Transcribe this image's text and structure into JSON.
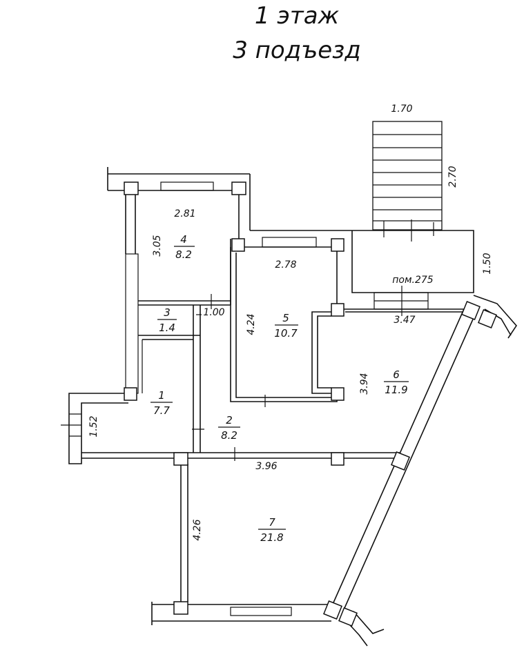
{
  "title": {
    "line1": "1 этаж",
    "line2": "3 подъезд"
  },
  "rooms": [
    {
      "id": "room-1",
      "number": "1",
      "area": "7.7"
    },
    {
      "id": "room-2",
      "number": "2",
      "area": "8.2"
    },
    {
      "id": "room-3",
      "number": "3",
      "area": "1.4"
    },
    {
      "id": "room-4",
      "number": "4",
      "area": "8.2"
    },
    {
      "id": "room-5",
      "number": "5",
      "area": "10.7"
    },
    {
      "id": "room-6",
      "number": "6",
      "area": "11.9"
    },
    {
      "id": "room-7",
      "number": "7",
      "area": "21.8"
    }
  ],
  "dimensions": {
    "stair_width": "1.70",
    "stair_length": "2.70",
    "landing": "1.50",
    "room4_width": "2.81",
    "room4_height": "3.05",
    "room5_width": "2.78",
    "room5_height": "4.24",
    "room3_width": "1.00",
    "room6_width": "3.47",
    "room6_height": "3.94",
    "room1_height": "1.52",
    "room7_width": "3.96",
    "room7_height": "4.26"
  },
  "labels": {
    "premises": "пом.275"
  }
}
